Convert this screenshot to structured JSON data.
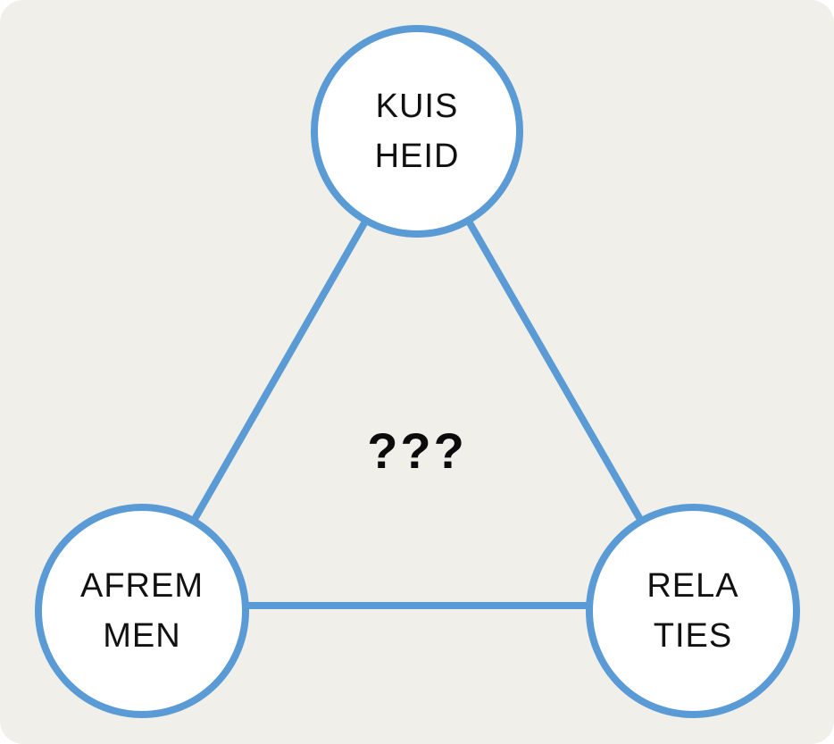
{
  "diagram": {
    "type": "triangle-relationship",
    "background_color": "#F0EFE9",
    "accent_color": "#5B9BD5",
    "node_fill_color": "#FFFFFF",
    "text_color": "#111111",
    "center_label": "???",
    "nodes": [
      {
        "id": "top",
        "label": "KUISHEID",
        "line1": "KUIS",
        "line2": "HEID"
      },
      {
        "id": "bottom-left",
        "label": "AFREMMEN",
        "line1": "AFREM",
        "line2": "MEN"
      },
      {
        "id": "bottom-right",
        "label": "RELATIES",
        "line1": "RELA",
        "line2": "TIES"
      }
    ],
    "edges": [
      {
        "from": "top",
        "to": "bottom-left"
      },
      {
        "from": "top",
        "to": "bottom-right"
      },
      {
        "from": "bottom-left",
        "to": "bottom-right"
      }
    ]
  }
}
